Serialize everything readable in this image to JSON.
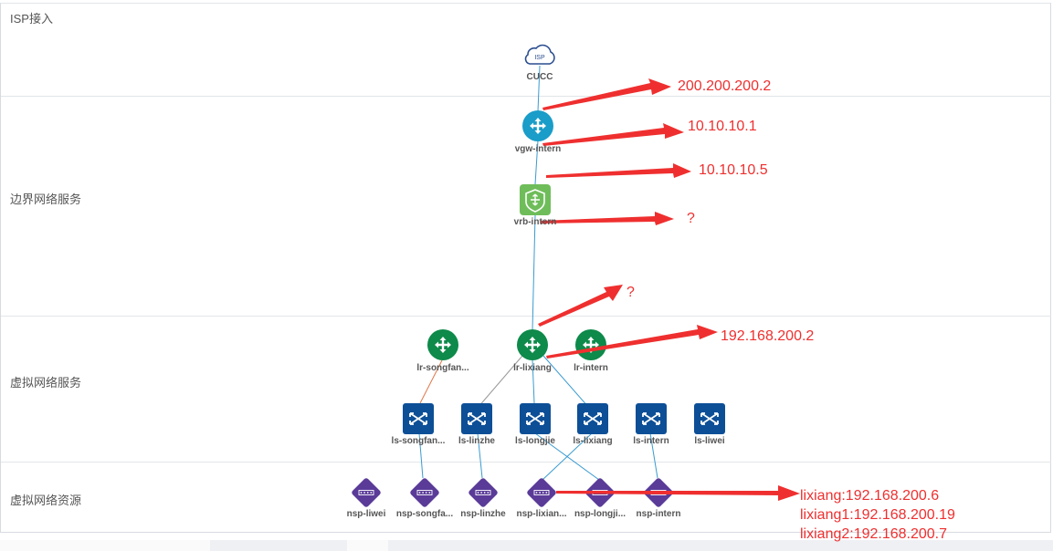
{
  "bands": [
    {
      "label": "ISP接入"
    },
    {
      "label": "边界网络服务"
    },
    {
      "label": "虚拟网络服务"
    },
    {
      "label": "虚拟网络资源"
    }
  ],
  "nodes": {
    "cucc": {
      "label": "CUCC",
      "icon": "isp-cloud-icon",
      "badge": "ISP"
    },
    "vgw": {
      "label": "vgw-intern",
      "icon": "gateway-router-icon"
    },
    "vrb": {
      "label": "vrb-intern",
      "icon": "shield-router-icon"
    },
    "lr_songfan": {
      "label": "lr-songfan...",
      "icon": "router-icon"
    },
    "lr_lixiang": {
      "label": "lr-lixiang",
      "icon": "router-icon"
    },
    "lr_intern": {
      "label": "lr-intern",
      "icon": "router-icon"
    },
    "ls_songfan": {
      "label": "ls-songfan...",
      "icon": "switch-icon"
    },
    "ls_linzhe": {
      "label": "ls-linzhe",
      "icon": "switch-icon"
    },
    "ls_longjie": {
      "label": "ls-longjie",
      "icon": "switch-icon"
    },
    "ls_lixiang": {
      "label": "ls-lixiang",
      "icon": "switch-icon"
    },
    "ls_intern": {
      "label": "ls-intern",
      "icon": "switch-icon"
    },
    "ls_liwei": {
      "label": "ls-liwei",
      "icon": "switch-icon"
    },
    "nsp_liwei": {
      "label": "nsp-liwei",
      "icon": "port-diamond-icon"
    },
    "nsp_songfa": {
      "label": "nsp-songfa...",
      "icon": "port-diamond-icon"
    },
    "nsp_linzhe": {
      "label": "nsp-linzhe",
      "icon": "port-diamond-icon"
    },
    "nsp_lixian": {
      "label": "nsp-lixian...",
      "icon": "port-diamond-icon"
    },
    "nsp_longji": {
      "label": "nsp-longji...",
      "icon": "port-diamond-icon"
    },
    "nsp_intern": {
      "label": "nsp-intern",
      "icon": "port-diamond-icon"
    }
  },
  "annotations": {
    "a1": "200.200.200.2",
    "a2": "10.10.10.1",
    "a3": "10.10.10.5",
    "a4": "?",
    "a5": "?",
    "a6": "192.168.200.2",
    "a7_lines": [
      "lixiang:192.168.200.6",
      "lixiang1:192.168.200.19",
      "lixiang2:192.168.200.7"
    ]
  },
  "colors": {
    "annotation": "#ef2f2f",
    "gateway": "#1a9dc8",
    "shield": "#6fbd5a",
    "router": "#0e8a4a",
    "switch": "#0d4f97",
    "port": "#5a3b98",
    "link": "#3a9bd0",
    "link_orange": "#e0784a"
  }
}
